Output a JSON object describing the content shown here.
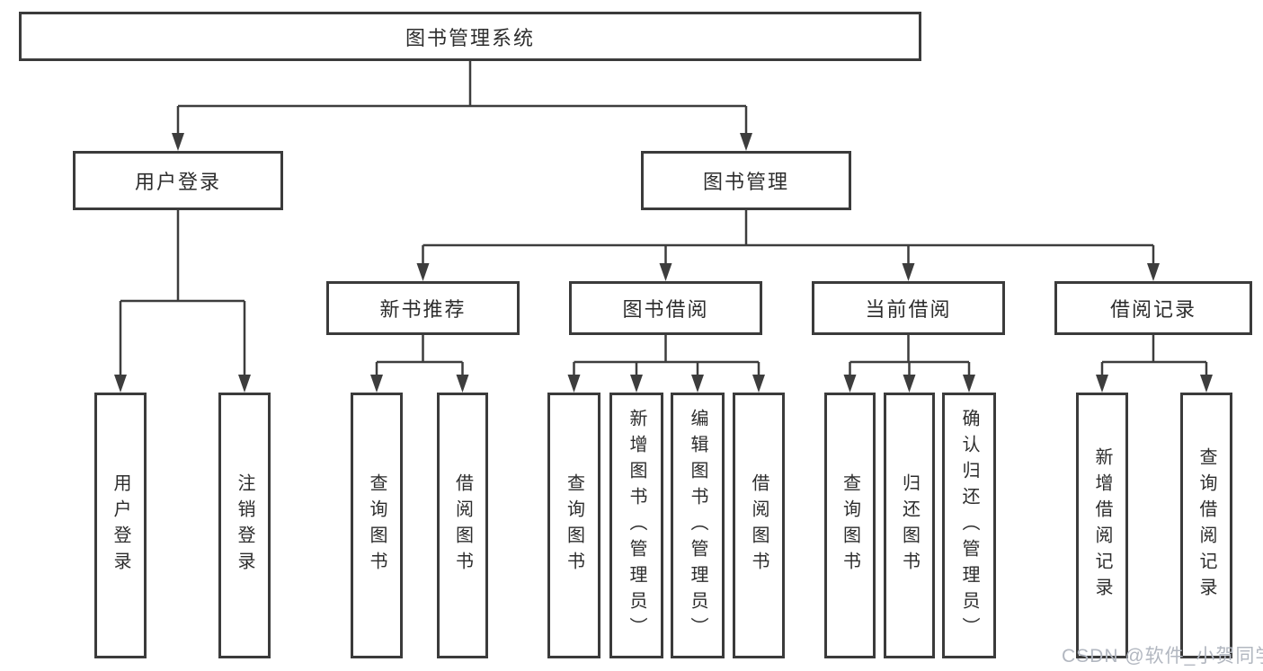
{
  "diagram": {
    "tree": {
      "label": "图书管理系统",
      "children": [
        {
          "label": "用户登录",
          "children": [
            {
              "label": "用户登录"
            },
            {
              "label": "注销登录"
            }
          ]
        },
        {
          "label": "图书管理",
          "children": [
            {
              "label": "新书推荐",
              "children": [
                {
                  "label": "查询图书"
                },
                {
                  "label": "借阅图书"
                }
              ]
            },
            {
              "label": "图书借阅",
              "children": [
                {
                  "label": "查询图书"
                },
                {
                  "label": "新增图书（管理员）"
                },
                {
                  "label": "编辑图书（管理员）"
                },
                {
                  "label": "借阅图书"
                }
              ]
            },
            {
              "label": "当前借阅",
              "children": [
                {
                  "label": "查询图书"
                },
                {
                  "label": "归还图书"
                },
                {
                  "label": "确认归还（管理员）"
                }
              ]
            },
            {
              "label": "借阅记录",
              "children": [
                {
                  "label": "新增借阅记录"
                },
                {
                  "label": "查询借阅记录"
                }
              ]
            }
          ]
        }
      ]
    }
  },
  "watermark": {
    "text": "CSDN @软件_小贺同学",
    "color": "#b2b7c0"
  },
  "colors": {
    "line": "#3d3d3d",
    "box_border": "#3b3b3b",
    "box_bg": "#ffffff",
    "text": "#2d2d2d",
    "background": "#ffffff"
  }
}
